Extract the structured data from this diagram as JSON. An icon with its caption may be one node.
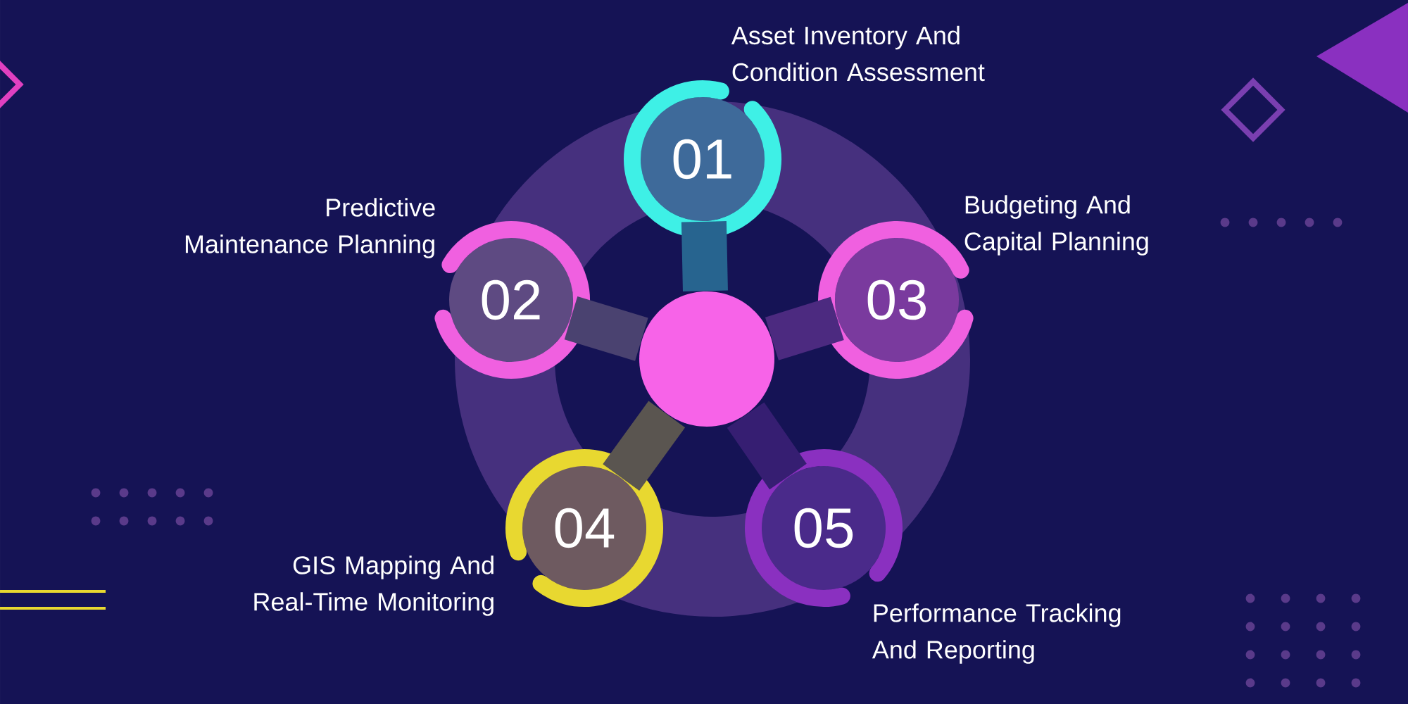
{
  "diagram": {
    "nodes": [
      {
        "text": [
          "01"
        ],
        "beside": [
          "Asset Inventory And Condition Assessment"
        ]
      },
      {
        "text": [
          "02"
        ],
        "beside": [
          "Predictive Maintenance Planning"
        ]
      },
      {
        "text": [
          "03"
        ],
        "beside": [
          "Budgeting And Capital Planning"
        ]
      },
      {
        "text": [],
        "shape": "circle"
      },
      {
        "text": [
          "04"
        ],
        "beside": [
          "GIS Mapping And Real-Time Monitoring"
        ]
      },
      {
        "text": [
          "05"
        ],
        "beside": [
          "Performance Tracking And Reporting"
        ]
      }
    ],
    "edges": [
      {
        "from": 3,
        "to": 0,
        "arrow": "none",
        "color": "#27648f"
      },
      {
        "from": 3,
        "to": 1,
        "arrow": "none",
        "color": "#4a4270"
      },
      {
        "from": 3,
        "to": 2,
        "arrow": "none",
        "color": "#4c2a80"
      },
      {
        "from": 3,
        "to": 4,
        "arrow": "none",
        "color": "#5a5550"
      },
      {
        "from": 3,
        "to": 5,
        "arrow": "none",
        "color": "#361e72"
      }
    ]
  }
}
